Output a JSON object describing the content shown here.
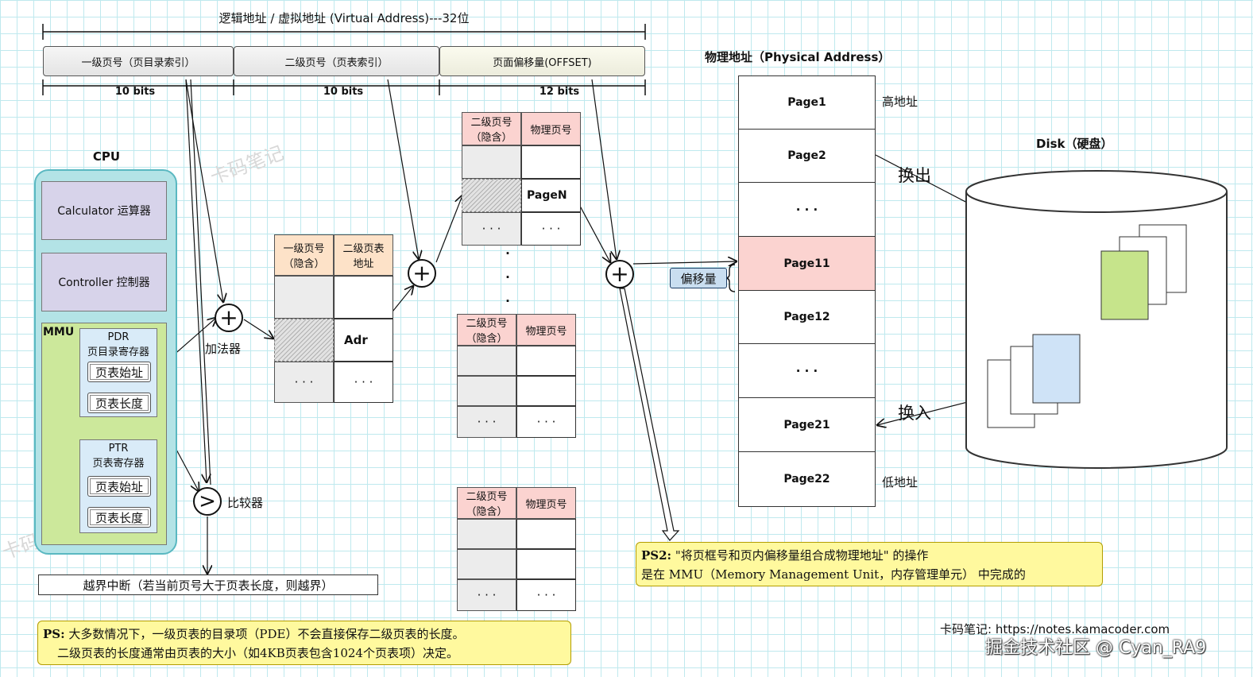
{
  "virtual_address": {
    "title": "逻辑地址 / 虚拟地址 (Virtual Address)---32位",
    "segments": [
      {
        "label": "一级页号（页目录索引）",
        "bits": "10 bits"
      },
      {
        "label": "二级页号（页表索引）",
        "bits": "10 bits"
      },
      {
        "label": "页面偏移量(OFFSET)",
        "bits": "12 bits"
      }
    ]
  },
  "cpu": {
    "title": "CPU",
    "calculator": "Calculator  运算器",
    "controller": "Controller 控制器",
    "mmu_label": "MMU",
    "pdr": {
      "title": "PDR",
      "subtitle": "页目录寄存器",
      "buttons": [
        "页表始址",
        "页表长度"
      ]
    },
    "ptr": {
      "title": "PTR",
      "subtitle": "页表寄存器",
      "buttons": [
        "页表始址",
        "页表长度"
      ]
    }
  },
  "adder_label": "加法器",
  "comparator_label": "比较器",
  "comparator_symbol": ">",
  "plus_symbol": "+",
  "overflow_interrupt": "越界中断（若当前页号大于页表长度，则越界）",
  "page_directory": {
    "headers": [
      "一级页号\n（隐含）",
      "二级页表\n地址"
    ],
    "row_adr": "Adr",
    "ellipsis": "· · ·"
  },
  "second_level_tables": [
    {
      "headers": [
        "二级页号\n（隐含）",
        "物理页号"
      ],
      "pagen": "PageN",
      "ellipsis": "· · ·"
    },
    {
      "headers": [
        "二级页号\n（隐含）",
        "物理页号"
      ],
      "ellipsis": "· · ·"
    },
    {
      "headers": [
        "二级页号\n（隐含）",
        "物理页号"
      ],
      "ellipsis": "· · ·"
    }
  ],
  "vertical_dots": "·",
  "physical_address": {
    "title": "物理地址（Physical Address）",
    "pages": [
      "Page1",
      "Page2",
      "· · ·",
      "Page11",
      "Page12",
      "· · ·",
      "Page21",
      "Page22"
    ],
    "high": "高地址",
    "low": "低地址",
    "offset_label": "偏移量",
    "swap_out": "换出",
    "swap_in": "换入"
  },
  "disk": {
    "title": "Disk（硬盘）"
  },
  "ps1": {
    "line1_prefix": "PS:",
    "line1": " 大多数情况下，一级页表的目录项（PDE）不会直接保存二级页表的长度。",
    "line2": "二级页表的长度通常由页表的大小（如4KB页表包含1024个页表项）决定。"
  },
  "ps2": {
    "line1_prefix": "PS2:",
    "line1": " \"将页框号和页内偏移量组合成物理地址\" 的操作",
    "line2": "是在 MMU（Memory Management Unit，内存管理单元） 中完成的"
  },
  "footer": {
    "credit": "卡码笔记: https://notes.kamacoder.com",
    "watermark": "掘金技术社区 @ Cyan_RA9"
  },
  "bg_watermark": "卡码笔记",
  "colors": {
    "grid": "#bfe9ee",
    "highlight_page": "#fbd3d0",
    "note": "#fff99e",
    "mmu": "#cce89b",
    "cpu": "#b3e3e6"
  }
}
